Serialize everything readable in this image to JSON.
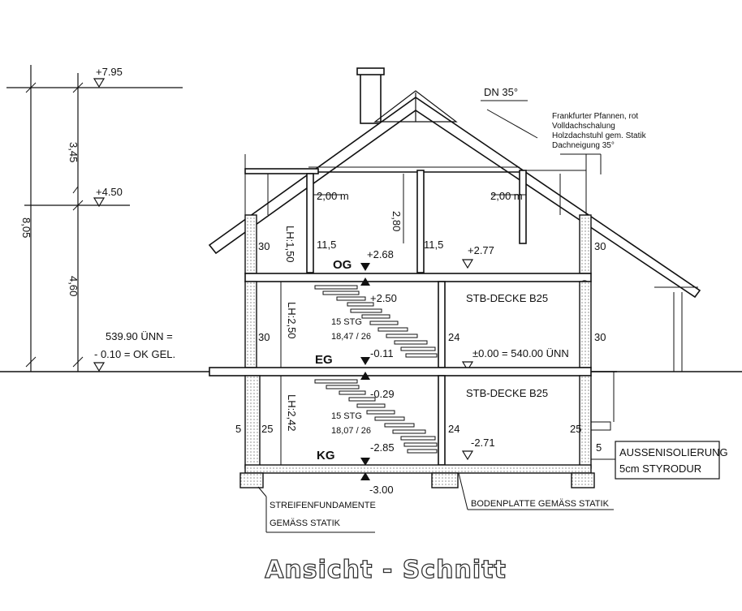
{
  "levels": {
    "top": "+7.95",
    "eaves": "+4.50",
    "ground_line1": "539.90 ÜNN =",
    "ground_line2": "- 0.10 = OK GEL."
  },
  "dimensions": {
    "left_upper": "3,45",
    "left_total": "8,05",
    "left_lower": "4,60",
    "roof_angle": "DN 35°",
    "attic_width_left": "2,00 m",
    "attic_width_right": "2,00 m",
    "attic_height": "2,80",
    "og_lh": "LH:1,50",
    "eg_lh": "LH:2,50",
    "kg_lh": "LH:2,42",
    "og_wall_left": "30",
    "og_wall_right": "30",
    "eg_wall_left": "30",
    "eg_wall_right": "30",
    "kg_insul": "5",
    "kg_wall_left": "25",
    "kg_wall_right": "25",
    "kg_insul_right": "5",
    "inner_wall_og_left": "11,5",
    "inner_wall_og_right": "11,5",
    "inner_wall_eg": "24",
    "inner_wall_kg": "24"
  },
  "roof_note": [
    "Frankfurter Pfannen, rot",
    "Volldachschalung",
    "Holzdachstuhl gem. Statik",
    "Dachneigung 35°"
  ],
  "floors": {
    "og": {
      "label": "OG",
      "level_left": "+2.68",
      "level_right": "+2.77"
    },
    "eg": {
      "label": "EG",
      "level_stair_top": "+2.50",
      "level_floor": "-0.11",
      "level_right": "±0.00 = 540.00 ÜNN",
      "ceiling": "STB-DECKE B25"
    },
    "kg": {
      "label": "KG",
      "level_stair_top": "-0.29",
      "level_floor": "-2.85",
      "level_right": "-2.71",
      "level_bottom": "-3.00",
      "ceiling": "STB-DECKE B25"
    }
  },
  "stairs": {
    "eg": {
      "count": "15 STG",
      "ratio": "18,47 / 26"
    },
    "kg": {
      "count": "15 STG",
      "ratio": "18,07 / 26"
    }
  },
  "callouts": {
    "foundation": [
      "STREIFENFUNDAMENTE",
      "GEMÄSS STATIK"
    ],
    "baseplate": "BODENPLATTE GEMÄSS STATIK",
    "insulation": [
      "AUSSENISOLIERUNG",
      "5cm STYRODUR"
    ]
  },
  "caption": "Ansicht - Schnitt"
}
